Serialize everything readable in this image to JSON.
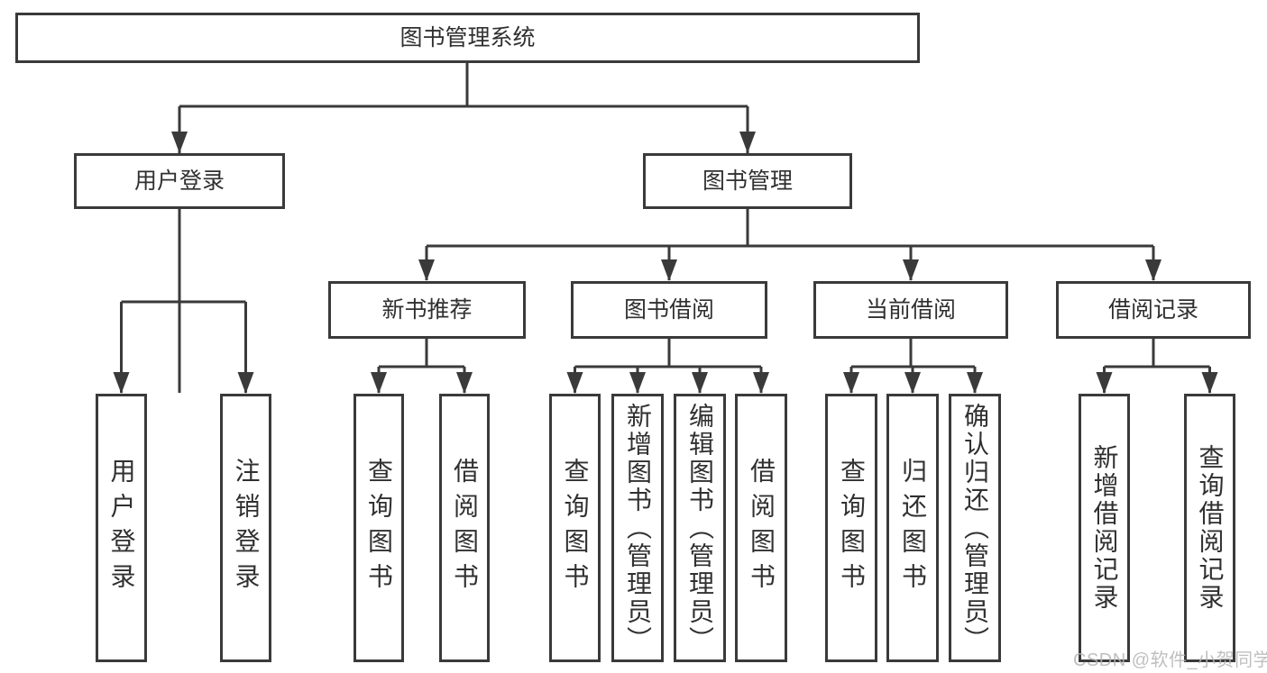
{
  "diagram": {
    "root": {
      "label": "图书管理系统"
    },
    "user_login": {
      "label": "用户登录",
      "children": {
        "login": {
          "label": "用户登录"
        },
        "logout": {
          "label": "注销登录"
        }
      }
    },
    "book_mgmt": {
      "label": "图书管理",
      "new_book_rec": {
        "label": "新书推荐",
        "children": {
          "query_book": {
            "label": "查询图书"
          },
          "borrow_book": {
            "label": "借阅图书"
          }
        }
      },
      "book_borrow": {
        "label": "图书借阅",
        "children": {
          "query_book": {
            "label": "查询图书"
          },
          "add_book_admin": {
            "label": "新增图书（管理员）"
          },
          "edit_book_admin": {
            "label": "编辑图书（管理员）"
          },
          "borrow_book": {
            "label": "借阅图书"
          }
        }
      },
      "current_borrow": {
        "label": "当前借阅",
        "children": {
          "query_book": {
            "label": "查询图书"
          },
          "return_book": {
            "label": "归还图书"
          },
          "confirm_return_admin": {
            "label": "确认归还（管理员）"
          }
        }
      },
      "borrow_records": {
        "label": "借阅记录",
        "children": {
          "add_record": {
            "label": "新增借阅记录"
          },
          "query_record": {
            "label": "查询借阅记录"
          }
        }
      }
    }
  },
  "watermark": {
    "text": "CSDN @软件_小贺同学"
  },
  "colors": {
    "line": "#3a3a3a",
    "text": "#303030",
    "watermark": "#b5b5b5"
  }
}
